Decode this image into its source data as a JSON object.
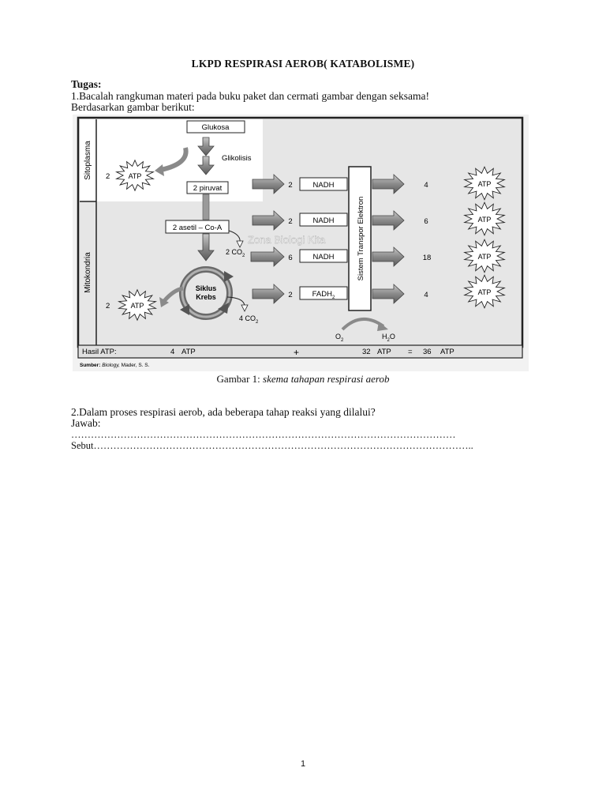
{
  "document": {
    "title": "LKPD RESPIRASI AEROB( KATABOLISME)",
    "task_heading": "Tugas:",
    "instruction_1": "1.Bacalah rangkuman materi pada buku paket dan cermati gambar  dengan seksama!",
    "instruction_2": "Berdasarkan gambar berikut:",
    "caption_prefix": "Gambar 1: ",
    "caption_italic": "skema tahapan respirasi aerob",
    "question_2": "2.Dalam proses respirasi aerob, ada beberapa tahap reaksi yang dilalui?",
    "answer_label": "Jawab:",
    "answer_line": "………………………………………………………………………………………………………",
    "sebut_line": "Sebut……………………………………………………………………………………………………..",
    "page_number": "1"
  },
  "diagram": {
    "region_sitoplasma": "Sitoplasma",
    "region_mitokondria": "Mitokondria",
    "glukosa": "Glukosa",
    "glikolisis": "Glikolisis",
    "piruvat": "2 piruvat",
    "asetil": "2 asetil – Co-A",
    "co2_a": "2 CO",
    "co2_b": "4 CO",
    "co2_sub": "2",
    "siklus_1": "Siklus",
    "siklus_2": "Krebs",
    "atp_label": "ATP",
    "count_2": "2",
    "nadh": "NADH",
    "fadh_main": "FADH",
    "fadh_sub": "2",
    "n_2": "2",
    "n_6": "6",
    "ets": "Sistem Transpor Elektron",
    "out_4": "4",
    "out_6": "6",
    "out_18": "18",
    "o2_main": "O",
    "o2_sub": "2",
    "h2o_a": "H",
    "h2o_sub": "2",
    "h2o_b": "O",
    "hasil_label": "Hasil ATP:",
    "hasil_4": "4",
    "hasil_plus": "+",
    "hasil_32": "32",
    "hasil_eq": "=",
    "hasil_36": "36",
    "watermark": "Zona Biologi Kita",
    "source_bold": "Sumber:",
    "source_italic": "Biology,",
    "source_rest": "Mader, S. S."
  }
}
